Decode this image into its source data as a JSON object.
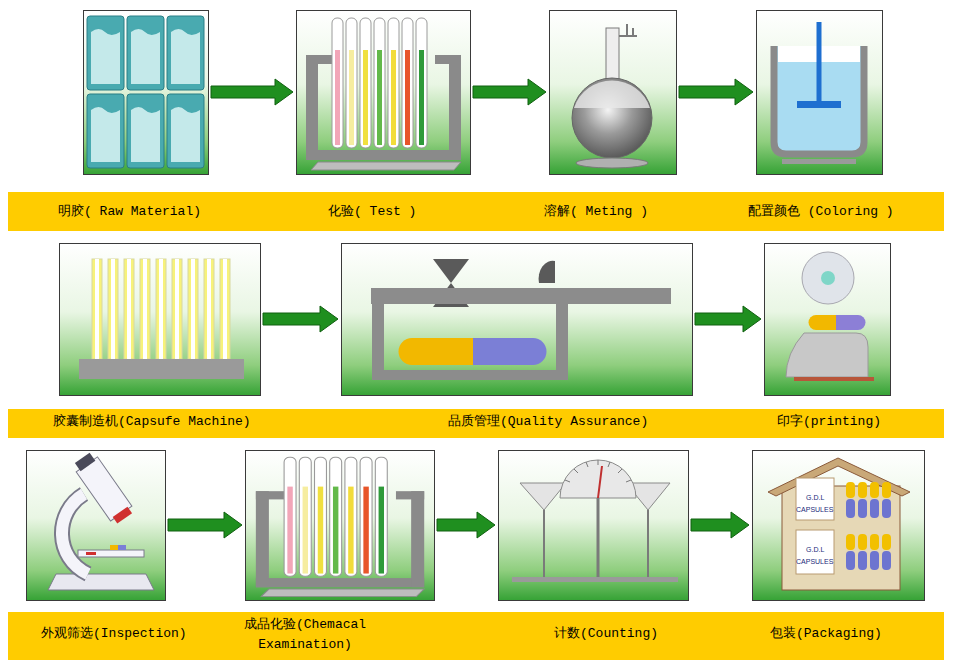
{
  "diagram": {
    "nodes": [
      {
        "text": [
          "明胶( Raw Material)"
        ]
      },
      {
        "text": [
          "化验( Test )"
        ]
      },
      {
        "text": [
          "溶解( Meting )"
        ]
      },
      {
        "text": [
          "配置颜色 (Coloring )"
        ]
      },
      {
        "text": [
          "胶囊制造机(Capsufe Machine)"
        ]
      },
      {
        "text": [
          "品质管理(Quality Assurance)"
        ]
      },
      {
        "text": [
          "印字(printing)"
        ]
      },
      {
        "text": [
          "外观筛选(Inspection)"
        ]
      },
      {
        "text": [
          "成品化验(Chemacal Examination)"
        ]
      },
      {
        "text": [
          "计数(Counting)"
        ]
      },
      {
        "text": [
          "包装(Packaging)"
        ]
      }
    ],
    "edges": [
      {
        "from": 0,
        "to": 1,
        "arrow": "to"
      },
      {
        "from": 1,
        "to": 2,
        "arrow": "to"
      },
      {
        "from": 2,
        "to": 3,
        "arrow": "to"
      },
      {
        "from": 4,
        "to": 5,
        "arrow": "to"
      },
      {
        "from": 5,
        "to": 6,
        "arrow": "to"
      },
      {
        "from": 7,
        "to": 8,
        "arrow": "to"
      },
      {
        "from": 8,
        "to": 9,
        "arrow": "to"
      },
      {
        "from": 9,
        "to": 10,
        "arrow": "to"
      }
    ],
    "labels": [
      "G.D.L",
      "CAPSULES",
      "G.D.L",
      "CAPSULES"
    ]
  }
}
